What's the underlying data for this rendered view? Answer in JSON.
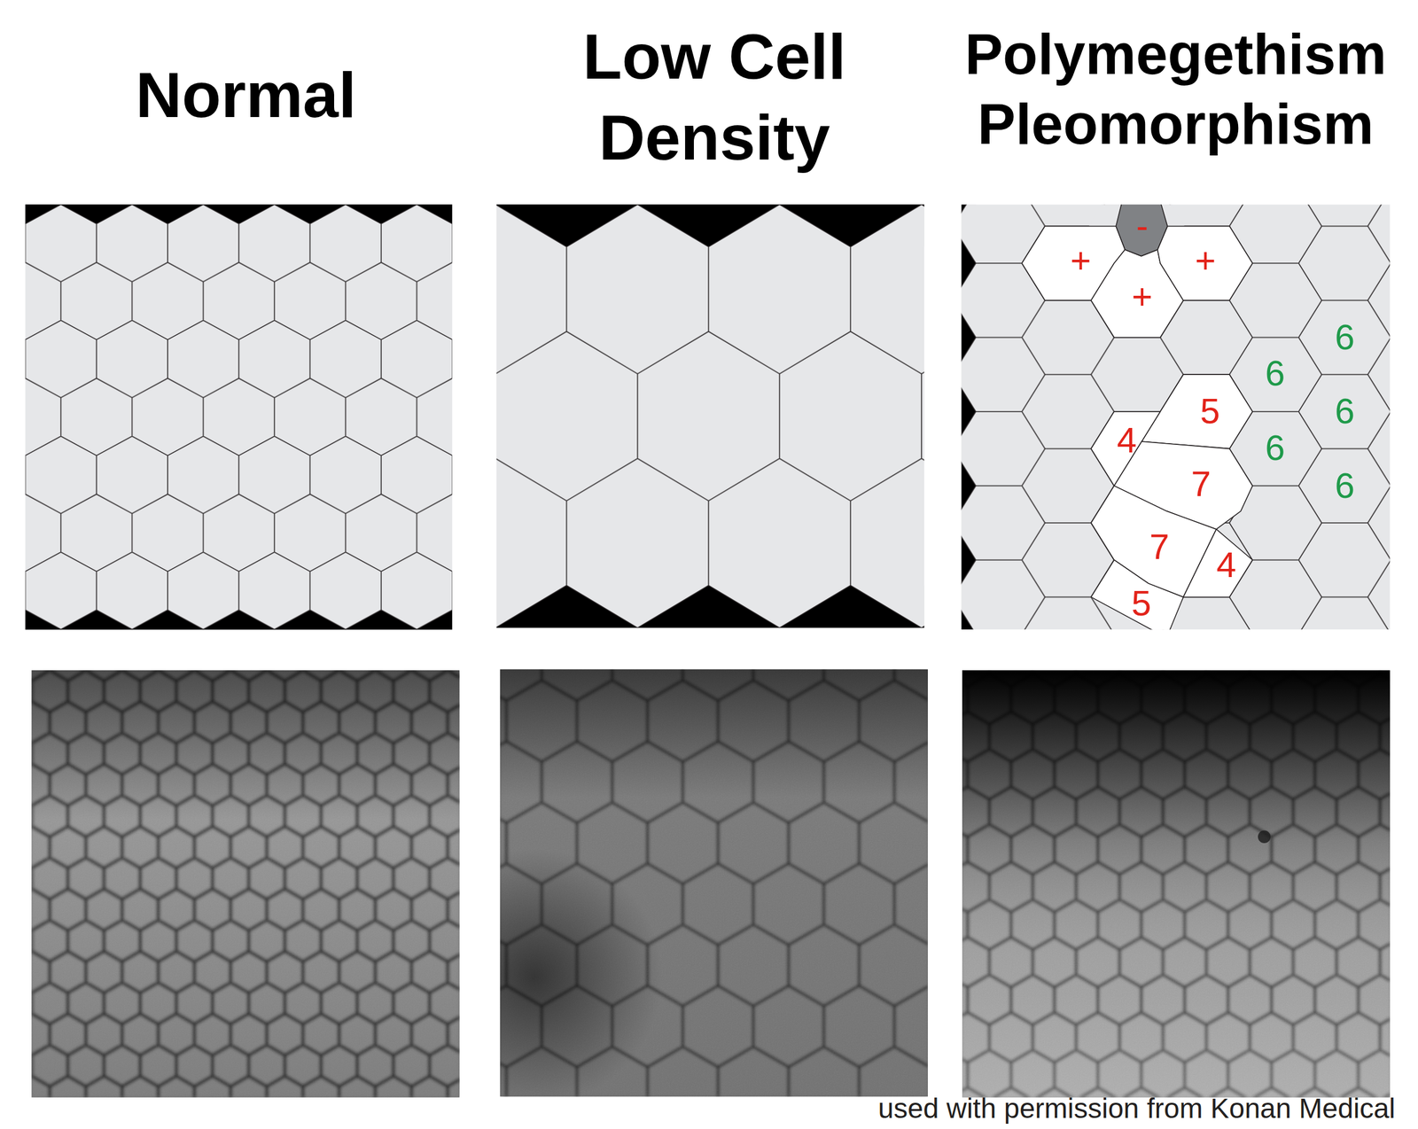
{
  "diagram": {
    "labels": [
      "Normal",
      "Low Cell Density",
      "Polymegethism Pleomorphism",
      "-",
      "+",
      "+",
      "+",
      "6",
      "6",
      "5",
      "6",
      "4",
      "6",
      "7",
      "6",
      "7",
      "4",
      "5",
      "used with permission from Konan Medical"
    ]
  }
}
